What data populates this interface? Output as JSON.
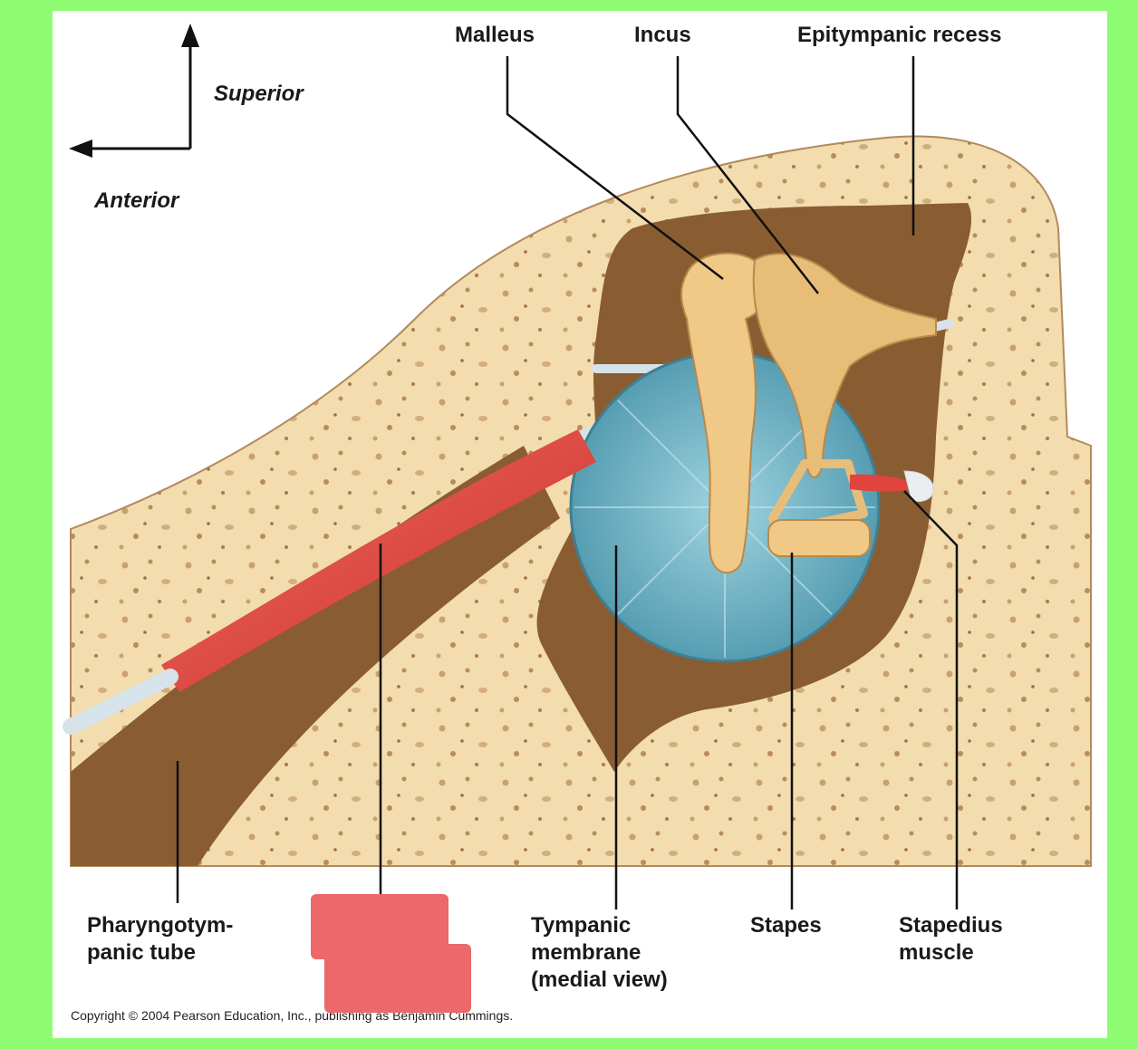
{
  "orientation": {
    "superior": "Superior",
    "anterior": "Anterior"
  },
  "labels": {
    "malleus": "Malleus",
    "incus": "Incus",
    "epitympanic_recess": "Epitympanic recess",
    "pharyngotympanic_tube": "Pharyngotym-\npanic tube",
    "tympanic_membrane": "Tympanic\nmembrane\n(medial view)",
    "stapes": "Stapes",
    "stapedius_muscle": "Stapedius\nmuscle"
  },
  "copyright": "Copyright © 2004 Pearson Education, Inc., publishing as Benjamin Cummings.",
  "colors": {
    "background": "#8efc73",
    "bone": "#f3dcae",
    "cavity": "#8a5c32",
    "ossicle": "#f0c987",
    "membrane": "#6fb3c6",
    "muscle": "#e0443f",
    "cover": "#ec686a"
  }
}
